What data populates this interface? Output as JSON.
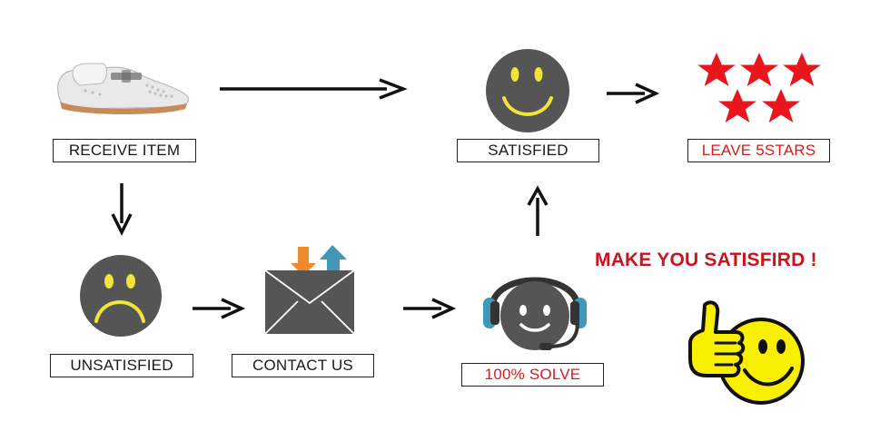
{
  "nodes": {
    "receive_item": "RECEIVE ITEM",
    "satisfied": "SATISFIED",
    "leave_5stars": "LEAVE 5STARS",
    "unsatisfied": "UNSATISFIED",
    "contact_us": "CONTACT US",
    "solve": "100% SOLVE"
  },
  "headline": "MAKE YOU SATISFIRD !",
  "icons": [
    "loafer-shoe-icon",
    "happy-face-icon",
    "five-stars-icon",
    "sad-face-icon",
    "envelope-icon",
    "headset-agent-icon",
    "thumbs-up-smiley-icon"
  ],
  "colors": {
    "face_gray": "#555555",
    "face_yellow": "#f2e23a",
    "star_red": "#e8161c",
    "label_red": "#d21e1e",
    "arrow_orange": "#ef8a2a",
    "arrow_blue": "#3f98b8",
    "thumb_yellow": "#f8f000"
  }
}
